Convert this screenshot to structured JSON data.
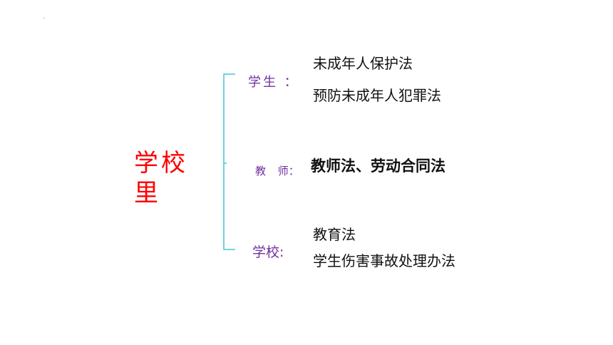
{
  "decor": {
    "dot": "."
  },
  "root": {
    "title": "学校里"
  },
  "colors": {
    "root_title": "#ff0000",
    "category_label": "#7030a0",
    "bracket": "#40c8d0",
    "law_text": "#111111"
  },
  "branches": [
    {
      "label": "学生 ：",
      "laws": [
        "未成年人保护法",
        "预防未成年人犯罪法"
      ]
    },
    {
      "label": "教 师：",
      "laws": [
        "教师法、劳动合同法"
      ]
    },
    {
      "label": "学校:",
      "laws": [
        "教育法",
        "学生伤害事故处理办法"
      ]
    }
  ]
}
